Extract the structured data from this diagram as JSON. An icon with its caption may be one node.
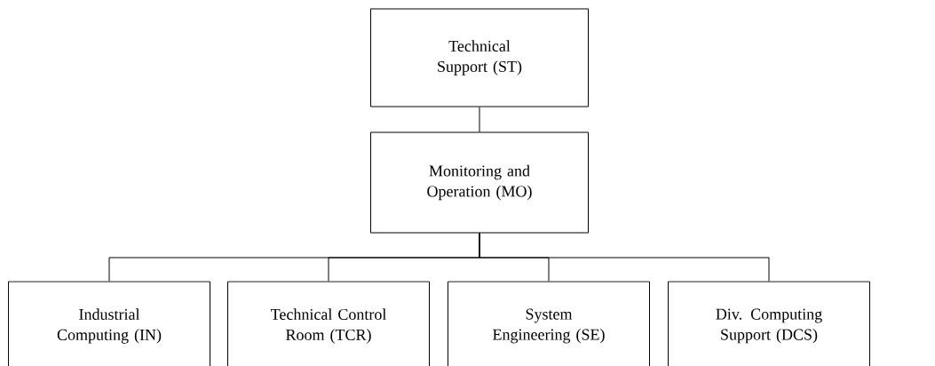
{
  "diagram": {
    "nodes": [
      {
        "text": [
          "Technical Support (ST)"
        ]
      },
      {
        "text": [
          "Monitoring and Operation (MO)"
        ]
      },
      {
        "text": [
          "Industrial Computing (IN)"
        ]
      },
      {
        "text": [
          "Technical Control Room (TCR)"
        ]
      },
      {
        "text": [
          "System Engineering (SE)"
        ]
      },
      {
        "text": [
          "Div. Computing Support (DCS)"
        ]
      }
    ],
    "edges": [
      {
        "from": 0,
        "to": 1,
        "arrow": "none"
      },
      {
        "from": 1,
        "to": 2,
        "arrow": "none"
      },
      {
        "from": 1,
        "to": 3,
        "arrow": "none"
      },
      {
        "from": 1,
        "to": 4,
        "arrow": "none"
      },
      {
        "from": 1,
        "to": 5,
        "arrow": "none"
      }
    ]
  }
}
